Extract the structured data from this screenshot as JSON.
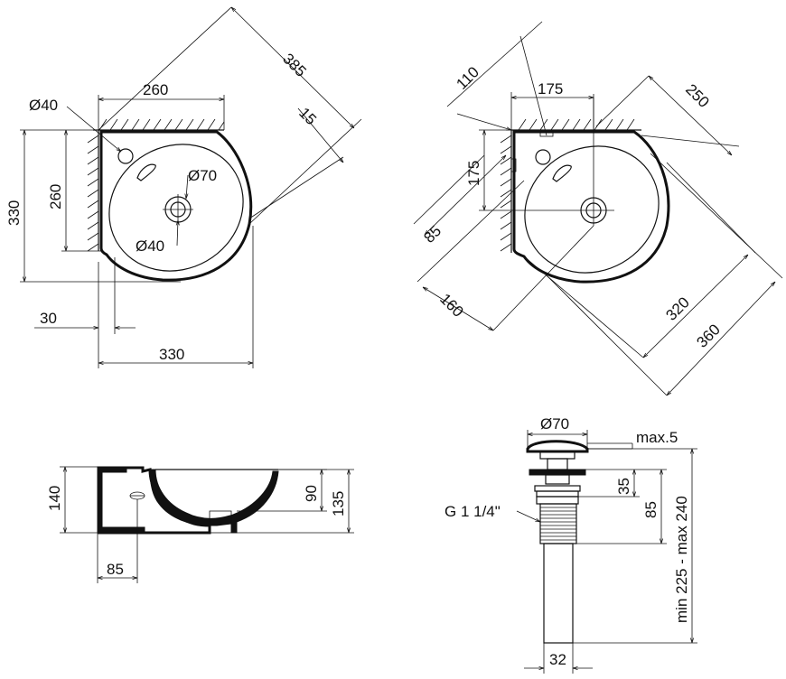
{
  "top_view": {
    "dims": {
      "width_top": "260",
      "diag_385": "385",
      "gap_15": "15",
      "hole_tap": "Ø40",
      "height_330": "330",
      "height_260": "260",
      "drain_outer": "Ø70",
      "drain_inner": "Ø40",
      "offset_30": "30",
      "width_330": "330"
    }
  },
  "corner_view": {
    "dims": {
      "d110": "110",
      "d175_top": "175",
      "d250": "250",
      "d175_side": "175",
      "d85": "85",
      "d160": "160",
      "d320": "320",
      "d360": "360"
    }
  },
  "side_view": {
    "dims": {
      "h140": "140",
      "h90": "90",
      "h135": "135",
      "w85": "85"
    }
  },
  "drain_view": {
    "dims": {
      "cap_dia": "Ø70",
      "max5": "max.5",
      "h35": "35",
      "h85": "85",
      "thread": "G 1 1/4\"",
      "range": "min 225 - max 240",
      "pipe_dia": "32"
    }
  }
}
